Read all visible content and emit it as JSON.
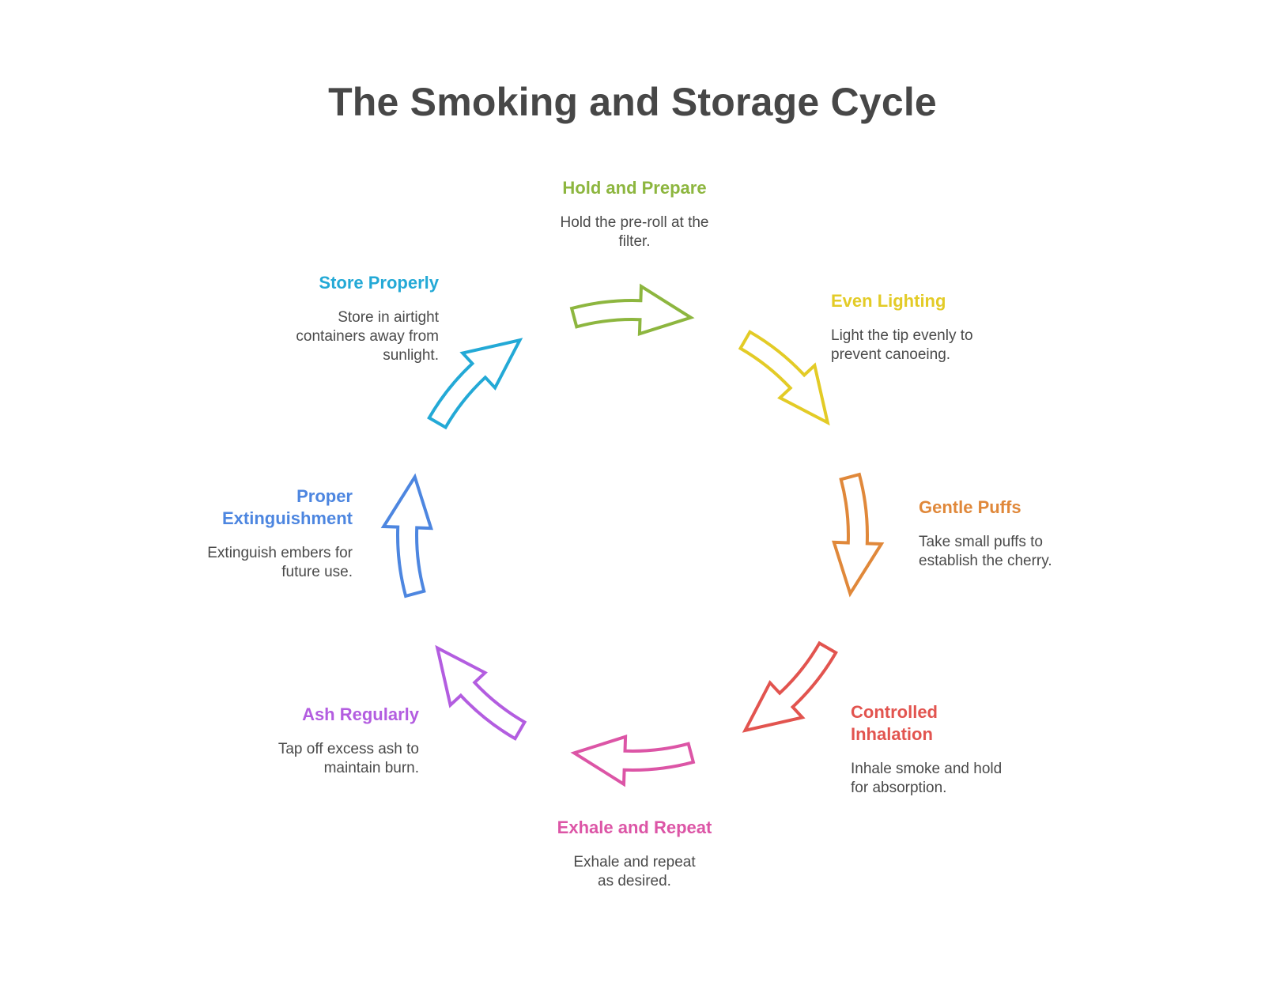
{
  "title": "The Smoking and Storage Cycle",
  "steps": [
    {
      "title": "Hold and Prepare",
      "desc": "Hold the pre-roll at the filter.",
      "color": "#8db63f"
    },
    {
      "title": "Even Lighting",
      "desc": "Light the tip evenly to prevent canoeing.",
      "color": "#e3cb26"
    },
    {
      "title": "Gentle Puffs",
      "desc": "Take small puffs to establish the cherry.",
      "color": "#e0883a"
    },
    {
      "title": "Controlled Inhalation",
      "desc": "Inhale smoke and hold for absorption.",
      "color": "#e2544f"
    },
    {
      "title": "Exhale and Repeat",
      "desc": "Exhale and repeat as desired.",
      "color": "#dc55a6"
    },
    {
      "title": "Ash Regularly",
      "desc": "Tap off excess ash to maintain burn.",
      "color": "#b35de0"
    },
    {
      "title": "Proper Extinguishment",
      "desc": "Extinguish embers for future use.",
      "color": "#4d86e0"
    },
    {
      "title": "Store Properly",
      "desc": "Store in airtight containers away from sunlight.",
      "color": "#23a9d6"
    }
  ]
}
